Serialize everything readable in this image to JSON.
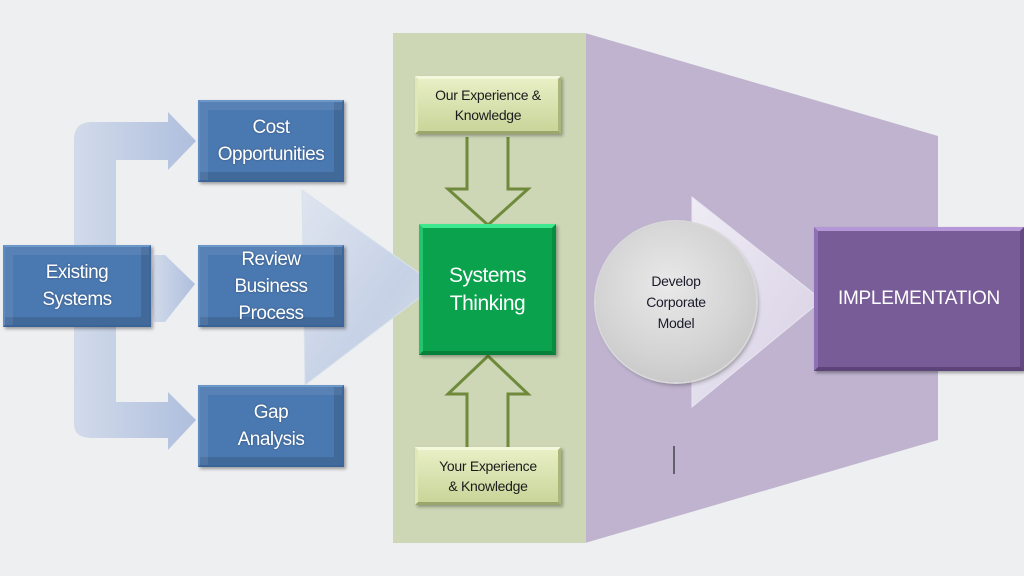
{
  "diagram": {
    "source": {
      "label": "Existing Systems",
      "lines": [
        "Existing",
        "Systems"
      ]
    },
    "branches": [
      {
        "label": "Cost Opportunities",
        "lines": [
          "Cost",
          "Opportunities"
        ]
      },
      {
        "label": "Review Business Process",
        "lines": [
          "Review",
          "Business",
          "Process"
        ]
      },
      {
        "label": "Gap Analysis",
        "lines": [
          "Gap",
          "Analysis"
        ]
      }
    ],
    "core": {
      "label": "Systems Thinking",
      "lines": [
        "Systems",
        "Thinking"
      ]
    },
    "inputs": [
      {
        "label": "Our Experience & Knowledge",
        "lines": [
          "Our Experience &",
          "Knowledge"
        ],
        "position": "top"
      },
      {
        "label": "Your Experience & Knowledge",
        "lines": [
          "Your Experience",
          "& Knowledge"
        ],
        "position": "bottom"
      }
    ],
    "model": {
      "label": "Develop Corporate Model",
      "lines": [
        "Develop",
        "Corporate",
        "Model"
      ]
    },
    "outcome": {
      "label": "IMPLEMENTATION"
    },
    "colors": {
      "background": "#eeeff1",
      "blue_box": "#4a78b0",
      "connector_arrows": "#a9bcdc",
      "green_panel": "#cdd7b6",
      "core_green": "#0aa24c",
      "olive_box": "#d9e2ac",
      "olive_arrow": "#6e8a3a",
      "purple_funnel": "#bfb3cf",
      "implementation_purple": "#785c98",
      "model_circle": "#d3d3d3"
    }
  }
}
